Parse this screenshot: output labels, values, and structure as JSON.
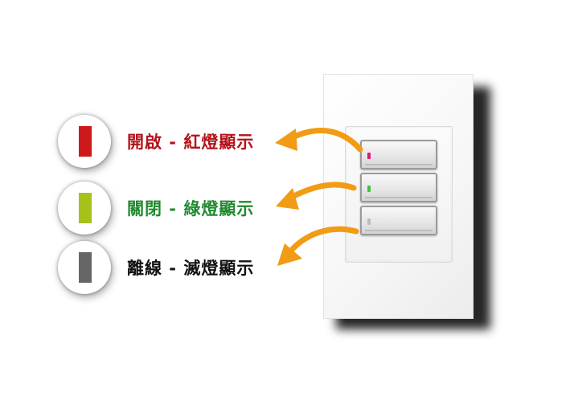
{
  "legend": [
    {
      "label": "開啟 - 紅燈顯示",
      "swatch_color": "#cc1a1a",
      "text_color": "#b3121a",
      "icon": "red-light-swatch"
    },
    {
      "label": "關閉 - 綠燈顯示",
      "swatch_color": "#a6c11a",
      "text_color": "#1f8a2e",
      "icon": "green-light-swatch"
    },
    {
      "label": "離線 - 滅燈顯示",
      "swatch_color": "#666666",
      "text_color": "#111111",
      "icon": "off-light-swatch"
    }
  ],
  "switch": {
    "led_colors": [
      "#e0196e",
      "#3ec23e",
      "#bdbdbd"
    ]
  },
  "colors": {
    "arrow": "#f29b14"
  }
}
